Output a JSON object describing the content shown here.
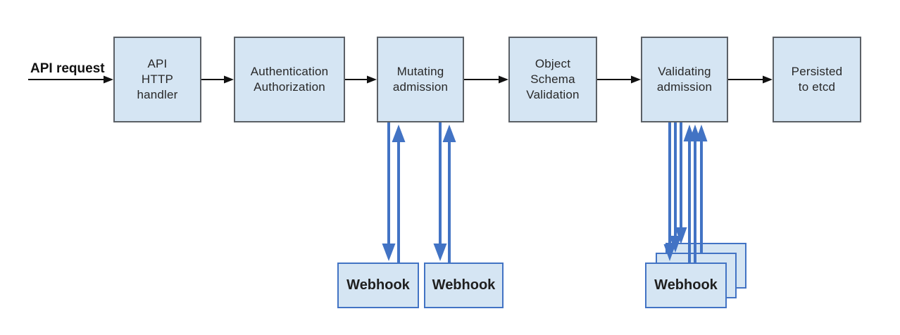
{
  "diagram": {
    "entry_label": "API request",
    "pipeline": [
      {
        "label": "API\nHTTP\nhandler"
      },
      {
        "label": "Authentication\nAuthorization"
      },
      {
        "label": "Mutating\nadmission"
      },
      {
        "label": "Object\nSchema\nValidation"
      },
      {
        "label": "Validating\nadmission"
      },
      {
        "label": "Persisted\nto etcd"
      }
    ],
    "mutating_webhooks": [
      {
        "label": "Webhook"
      },
      {
        "label": "Webhook"
      }
    ],
    "validating_webhook": {
      "label": "Webhook"
    },
    "colors": {
      "box-fill": "#d5e5f3",
      "box-border": "#5b6066",
      "webhook-border": "#4273c4",
      "arrow-blue": "#4273c4",
      "arrow-black": "#111111"
    }
  }
}
